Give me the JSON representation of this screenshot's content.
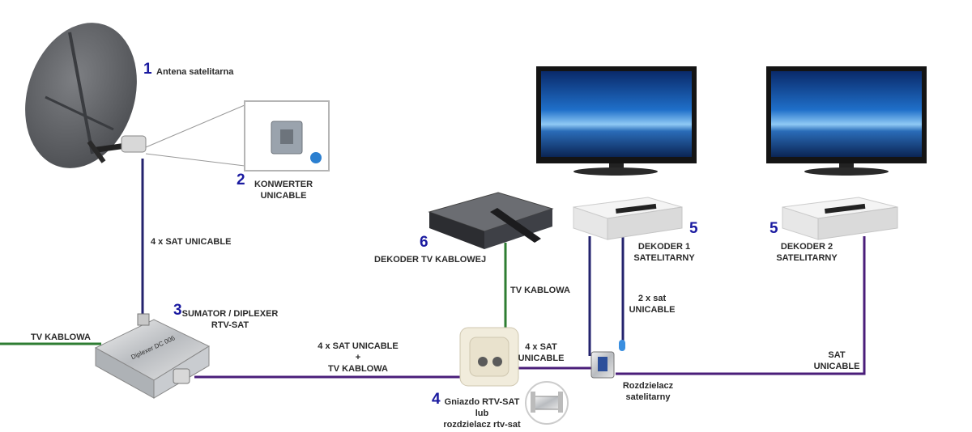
{
  "colors": {
    "cable_purple": "#4a1e7a",
    "cable_green": "#2e7d32",
    "cable_navy": "#24236e",
    "number_blue": "#1a1aa0",
    "label_text": "#2a2a2a"
  },
  "antenna": {
    "number": "1",
    "label": "Antena satelitarna"
  },
  "converter": {
    "number": "2",
    "label_line1": "KONWERTER",
    "label_line2": "UNICABLE"
  },
  "diplexer": {
    "number": "3",
    "label_line1": "SUMATOR / DIPLEXER",
    "label_line2": "RTV-SAT",
    "device_text": "Diplexer DC 006"
  },
  "wall_socket": {
    "number": "4",
    "label_line1": "Gniazdo RTV-SAT",
    "label_line2": "lub",
    "label_line3": "rozdzielacz rtv-sat"
  },
  "satellite_decoder_1": {
    "number": "5",
    "label_line1": "DEKODER 1",
    "label_line2": "SATELITARNY"
  },
  "satellite_decoder_2": {
    "number": "5",
    "label_line1": "DEKODER 2",
    "label_line2": "SATELITARNY"
  },
  "cable_decoder": {
    "number": "6",
    "label": "DEKODER TV KABLOWEJ"
  },
  "splitter": {
    "label_line1": "Rozdzielacz",
    "label_line2": "satelitarny"
  },
  "cables": {
    "antenna_to_diplexer": "4 x SAT UNICABLE",
    "tv_cable_in": "TV KABLOWA",
    "diplexer_to_socket_line1": "4 x SAT UNICABLE",
    "diplexer_to_socket_line2": "+",
    "diplexer_to_socket_line3": "TV KABLOWA",
    "socket_to_cable_decoder": "TV KABLOWA",
    "socket_to_splitter_line1": "4 x SAT",
    "socket_to_splitter_line2": "UNICABLE",
    "splitter_to_decoders_line1": "2 x sat",
    "splitter_to_decoders_line2": "UNICABLE",
    "splitter_to_decoder2_line1": "SAT",
    "splitter_to_decoder2_line2": "UNICABLE"
  }
}
